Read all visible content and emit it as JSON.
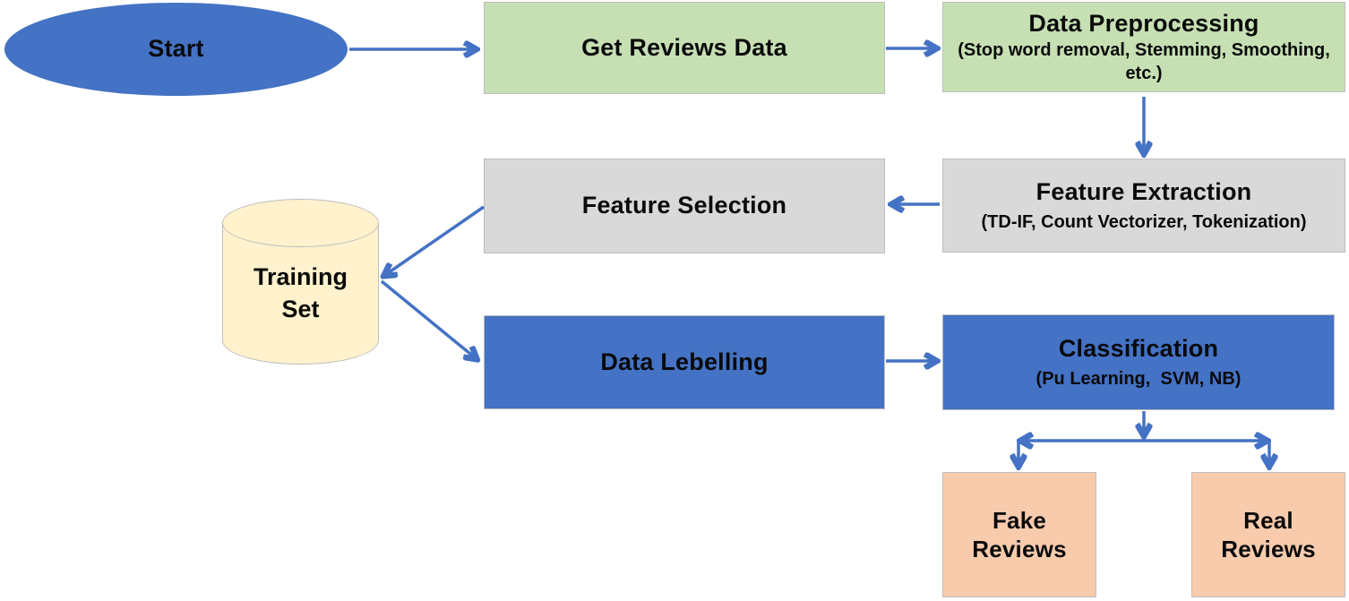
{
  "diagram": {
    "type": "flowchart",
    "nodes": {
      "start": {
        "label": "Start",
        "shape": "ellipse",
        "color": "#4472C4"
      },
      "get_reviews": {
        "label": "Get Reviews Data",
        "shape": "rect",
        "color": "#C6E0B4"
      },
      "preprocessing": {
        "title": "Data Preprocessing",
        "subtitle": "(Stop word removal, Stemming, Smoothing, etc.)",
        "shape": "rect",
        "color": "#C6E0B4"
      },
      "feature_extraction": {
        "title": "Feature Extraction",
        "subtitle": "(TD-IF, Count Vectorizer, Tokenization)",
        "shape": "rect",
        "color": "#D9D9D9"
      },
      "feature_selection": {
        "label": "Feature Selection",
        "shape": "rect",
        "color": "#D9D9D9"
      },
      "training_set": {
        "label": "Training Set",
        "shape": "cylinder",
        "color": "#FFF2CC"
      },
      "data_labelling": {
        "label": "Data Lebelling",
        "shape": "rect",
        "color": "#4472C4"
      },
      "classification": {
        "title": "Classification",
        "subtitle": "(Pu Learning,  SVM, NB)",
        "shape": "rect",
        "color": "#4472C4"
      },
      "fake_reviews": {
        "label": "Fake Reviews",
        "shape": "rect",
        "color": "#F8CBAD"
      },
      "real_reviews": {
        "label": "Real Reviews",
        "shape": "rect",
        "color": "#F8CBAD"
      }
    },
    "edges": [
      {
        "from": "start",
        "to": "get_reviews"
      },
      {
        "from": "get_reviews",
        "to": "preprocessing"
      },
      {
        "from": "preprocessing",
        "to": "feature_extraction"
      },
      {
        "from": "feature_extraction",
        "to": "feature_selection"
      },
      {
        "from": "feature_selection",
        "to": "training_set"
      },
      {
        "from": "training_set",
        "to": "data_labelling"
      },
      {
        "from": "data_labelling",
        "to": "classification"
      },
      {
        "from": "classification",
        "to": "fake_reviews"
      },
      {
        "from": "classification",
        "to": "real_reviews"
      }
    ],
    "colors": {
      "blue": "#4472C4",
      "green": "#C6E0B4",
      "gray": "#D9D9D9",
      "cream": "#FFF2CC",
      "peach": "#F8CBAD",
      "arrow": "#4472C4",
      "text": "#0A0A0A",
      "border": "#BEBEBE"
    }
  }
}
